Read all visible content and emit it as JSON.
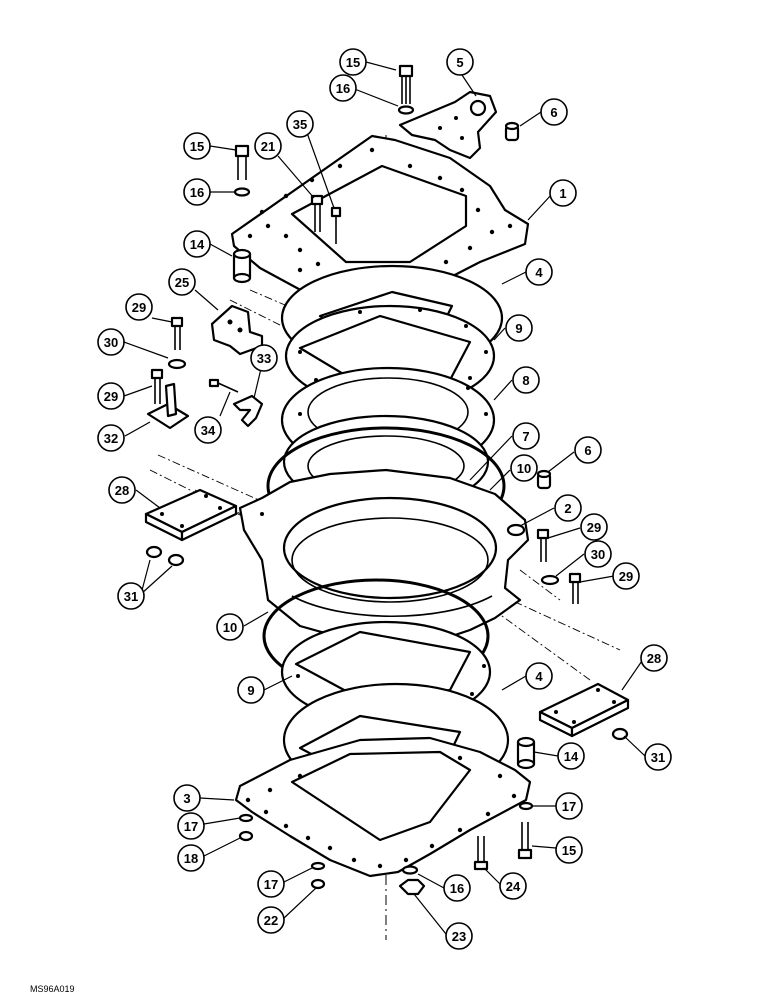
{
  "figure": {
    "drawing_code": "MS96A019",
    "line_color": "#000000",
    "background": "#ffffff"
  },
  "callouts": [
    {
      "id": "c15a",
      "label": "15"
    },
    {
      "id": "c5",
      "label": "5"
    },
    {
      "id": "c16a",
      "label": "16"
    },
    {
      "id": "c6a",
      "label": "6"
    },
    {
      "id": "c15b",
      "label": "15"
    },
    {
      "id": "c21",
      "label": "21"
    },
    {
      "id": "c35",
      "label": "35"
    },
    {
      "id": "c1",
      "label": "1"
    },
    {
      "id": "c16b",
      "label": "16"
    },
    {
      "id": "c14a",
      "label": "14"
    },
    {
      "id": "c4a",
      "label": "4"
    },
    {
      "id": "c25",
      "label": "25"
    },
    {
      "id": "c29a",
      "label": "29"
    },
    {
      "id": "c9a",
      "label": "9"
    },
    {
      "id": "c30a",
      "label": "30"
    },
    {
      "id": "c33",
      "label": "33"
    },
    {
      "id": "c8",
      "label": "8"
    },
    {
      "id": "c29b",
      "label": "29"
    },
    {
      "id": "c34",
      "label": "34"
    },
    {
      "id": "c32",
      "label": "32"
    },
    {
      "id": "c7",
      "label": "7"
    },
    {
      "id": "c6b",
      "label": "6"
    },
    {
      "id": "c10a",
      "label": "10"
    },
    {
      "id": "c28a",
      "label": "28"
    },
    {
      "id": "c2",
      "label": "2"
    },
    {
      "id": "c29c",
      "label": "29"
    },
    {
      "id": "c30b",
      "label": "30"
    },
    {
      "id": "c29d",
      "label": "29"
    },
    {
      "id": "c31a",
      "label": "31"
    },
    {
      "id": "c10b",
      "label": "10"
    },
    {
      "id": "c28b",
      "label": "28"
    },
    {
      "id": "c9b",
      "label": "9"
    },
    {
      "id": "c4b",
      "label": "4"
    },
    {
      "id": "c14b",
      "label": "14"
    },
    {
      "id": "c31b",
      "label": "31"
    },
    {
      "id": "c3",
      "label": "3"
    },
    {
      "id": "c17a",
      "label": "17"
    },
    {
      "id": "c17b",
      "label": "17"
    },
    {
      "id": "c15c",
      "label": "15"
    },
    {
      "id": "c18",
      "label": "18"
    },
    {
      "id": "c17c",
      "label": "17"
    },
    {
      "id": "c16c",
      "label": "16"
    },
    {
      "id": "c24",
      "label": "24"
    },
    {
      "id": "c22",
      "label": "22"
    },
    {
      "id": "c23",
      "label": "23"
    }
  ]
}
